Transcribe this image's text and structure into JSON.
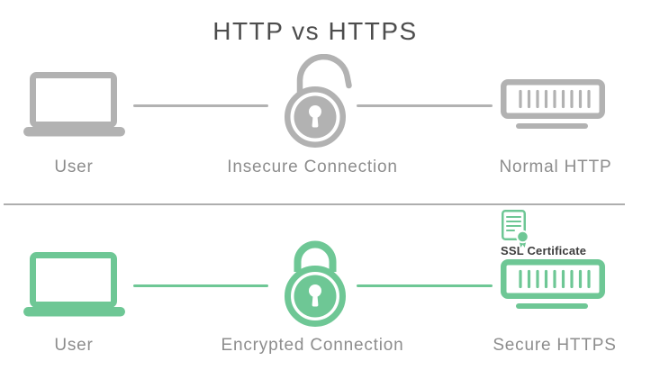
{
  "title": "HTTP vs HTTPS",
  "colors": {
    "background": "#ffffff",
    "gray": "#b2b2b2",
    "green": "#6ec795",
    "labelText": "#8d8d8d",
    "titleText": "#4d4d4d",
    "sslText": "#3c3c3c",
    "divider": "#aeaeae"
  },
  "http_row": {
    "user_label": "User",
    "connection_label": "Insecure Connection",
    "server_label": "Normal HTTP"
  },
  "https_row": {
    "user_label": "User",
    "connection_label": "Encrypted Connection",
    "server_label": "Secure HTTPS",
    "certificate_label": "SSL Certificate"
  },
  "icons": {
    "http_user": "laptop-icon",
    "http_connection": "open-padlock-icon",
    "http_server": "server-icon",
    "https_user": "laptop-icon",
    "https_connection": "closed-padlock-icon",
    "https_server": "server-icon",
    "https_certificate": "ssl-certificate-icon"
  }
}
